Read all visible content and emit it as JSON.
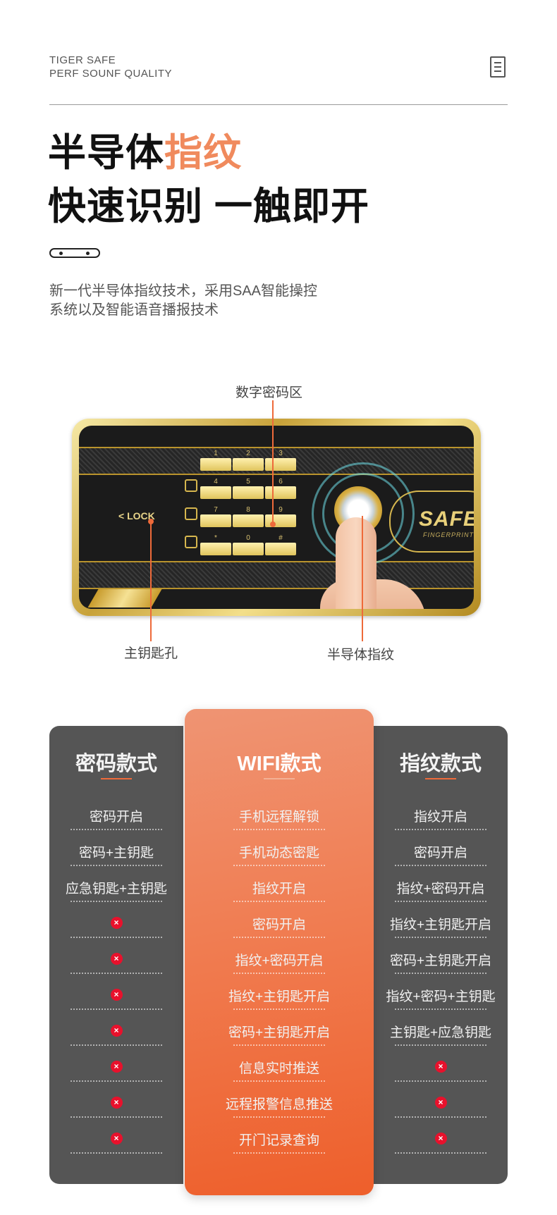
{
  "header": {
    "brand_line1": "TIGER SAFE",
    "brand_line2": "PERF SOUNF QUALITY",
    "title_black": "半导体",
    "title_highlight": "指纹",
    "title_line2": "快速识别 一触即开",
    "description_line1": "新一代半导体指纹技术，采用SAA智能操控",
    "description_line2": "系统以及智能语音播报技术"
  },
  "safe": {
    "callout_top": "数字密码区",
    "callout_left": "主钥匙孔",
    "callout_right": "半导体指纹",
    "lock_label": "< LOCK",
    "badge_title": "SAFE",
    "badge_sub": "FINGERPRINT",
    "keypad": [
      "1",
      "2",
      "3",
      "4",
      "5",
      "6",
      "7",
      "8",
      "9",
      "*",
      "0",
      "#"
    ]
  },
  "colors": {
    "accent": "#ee6a3a",
    "highlight": "#f08a5d",
    "panel_gray": "#555555",
    "x_red": "#e8112c"
  },
  "comparison": {
    "left": {
      "title": "密码款式",
      "items": [
        "密码开启",
        "密码+主钥匙",
        "应急钥匙+主钥匙",
        "x",
        "x",
        "x",
        "x",
        "x",
        "x",
        "x"
      ]
    },
    "middle": {
      "title": "WIFI款式",
      "items": [
        "手机远程解锁",
        "手机动态密匙",
        "指纹开启",
        "密码开启",
        "指纹+密码开启",
        "指纹+主钥匙开启",
        "密码+主钥匙开启",
        "信息实时推送",
        "远程报警信息推送",
        "开门记录查询"
      ]
    },
    "right": {
      "title": "指纹款式",
      "items": [
        "指纹开启",
        "密码开启",
        "指纹+密码开启",
        "指纹+主钥匙开启",
        "密码+主钥匙开启",
        "指纹+密码+主钥匙",
        "主钥匙+应急钥匙",
        "x",
        "x",
        "x"
      ]
    },
    "unavailable_icon": "x-circle-icon"
  }
}
